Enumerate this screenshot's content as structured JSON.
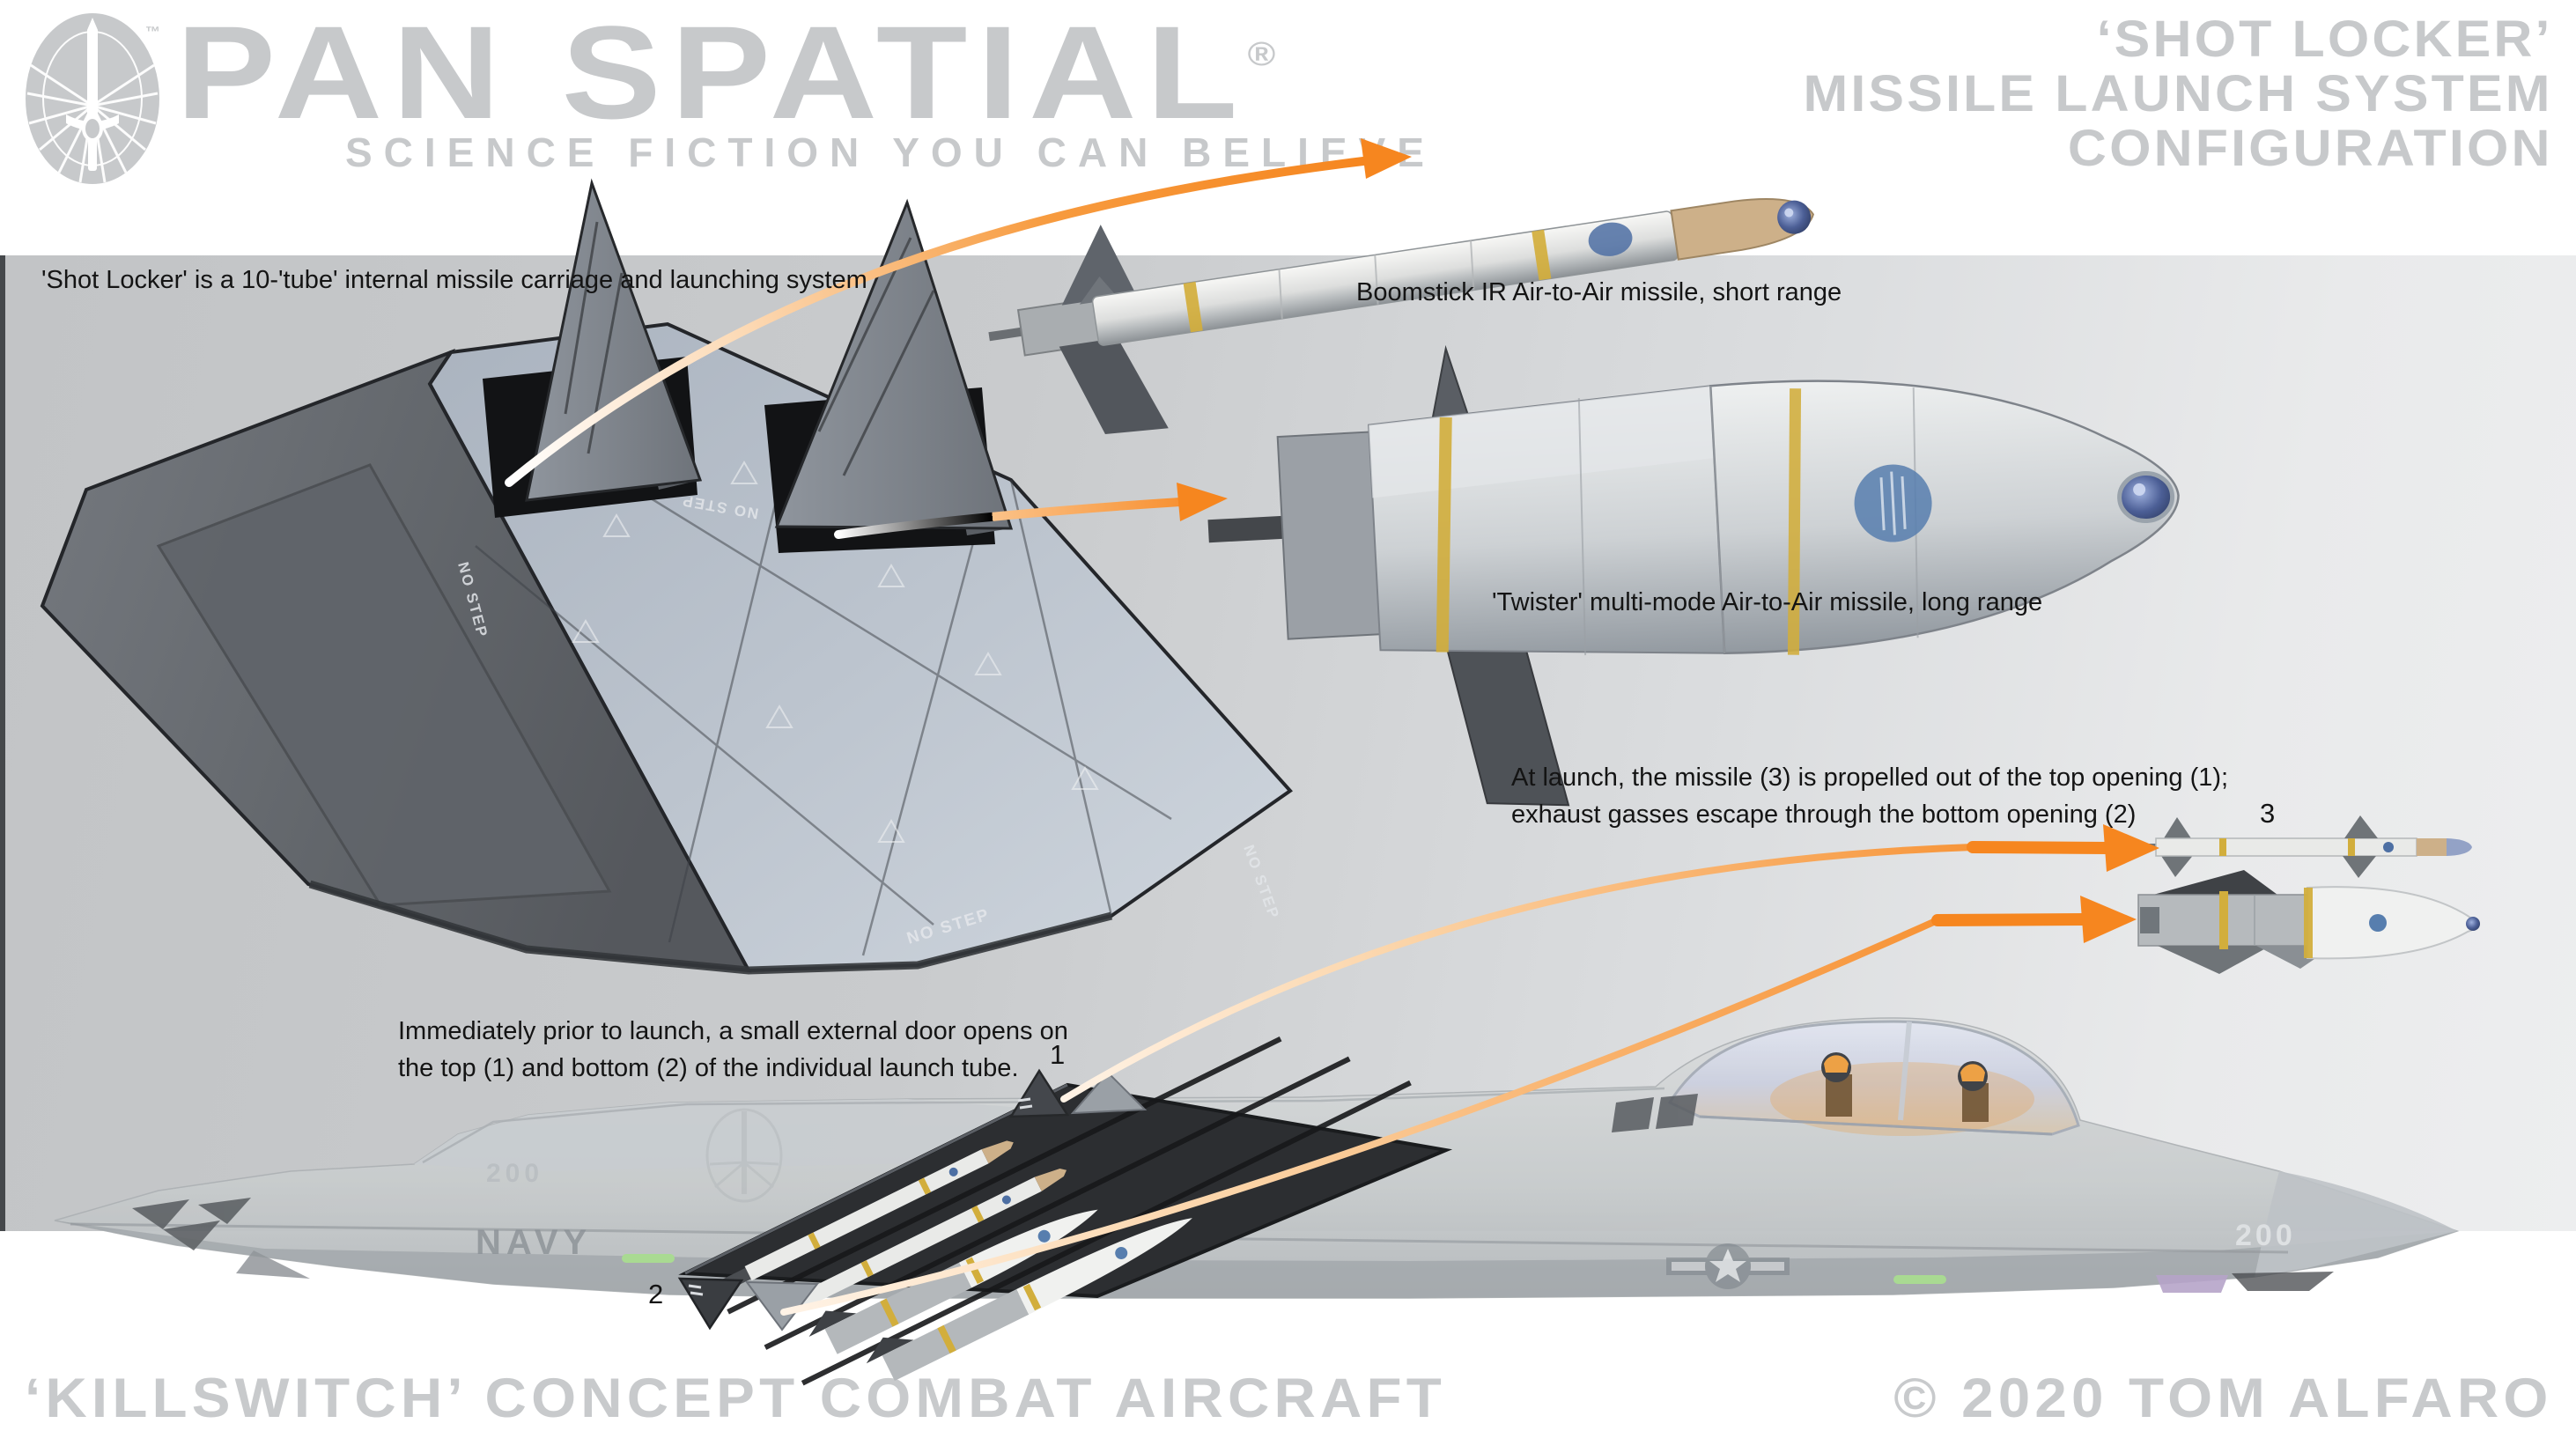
{
  "header": {
    "brand": "PAN SPATIAL",
    "brand_registered": "®",
    "emblem_trademark": "™",
    "tagline": "SCIENCE FICTION YOU CAN BELIEVE",
    "title": {
      "line1": "‘SHOT LOCKER’",
      "line2": "MISSILE LAUNCH SYSTEM",
      "line3": "CONFIGURATION"
    }
  },
  "annotations": {
    "shot_locker_desc": "'Shot Locker' is a 10-'tube' internal missile carriage and launching system",
    "boomstick_label": "Boomstick IR Air-to-Air missile, short range",
    "twister_label": "'Twister' multi-mode Air-to-Air missile, long range",
    "launch_note_line1": "At launch, the missile (3) is propelled out of the top opening (1);",
    "launch_note_line2": "exhaust gasses escape through the bottom opening (2)",
    "door_note_line1": "Immediately prior to launch, a small external door opens on",
    "door_note_line2": "the top (1) and bottom (2) of the individual launch tube.",
    "label_top_opening": "1",
    "label_bottom_opening": "2",
    "label_missile": "3"
  },
  "artwork_marks": {
    "no_step": "NO STEP",
    "navy": "NAVY",
    "modex": "200"
  },
  "footer": {
    "left": "‘KILLSWITCH’ CONCEPT COMBAT AIRCRAFT",
    "right": "© 2020 TOM ALFARO"
  },
  "colors": {
    "accent_orange": "#F6861F",
    "header_gray": "#C7C9CB",
    "band_gray_left": "#C2C4C6",
    "band_gray_right": "#EDEEEF",
    "bay_panel_blue_gray": "#B9C1CB",
    "bay_dark_gray": "#64686D",
    "missile_yellow": "#D2AE3C",
    "seeker_blue": "#41538B"
  }
}
